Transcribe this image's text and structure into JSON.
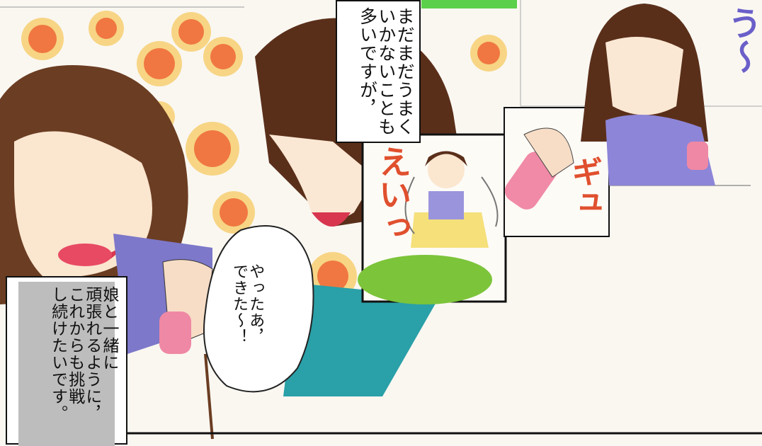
{
  "narration_top": "まだまだうまく\nいかないことも\n多いですが，",
  "narration_bottom": "娘と一緒に\n頑張れるように，\nこれからも挑戦\nし続けたいです。",
  "speech_bubble": "やったあ，\nできた〜！",
  "sfx_ei": "えいっ",
  "sfx_gyu": "ギュ",
  "sfx_u": "う〜"
}
